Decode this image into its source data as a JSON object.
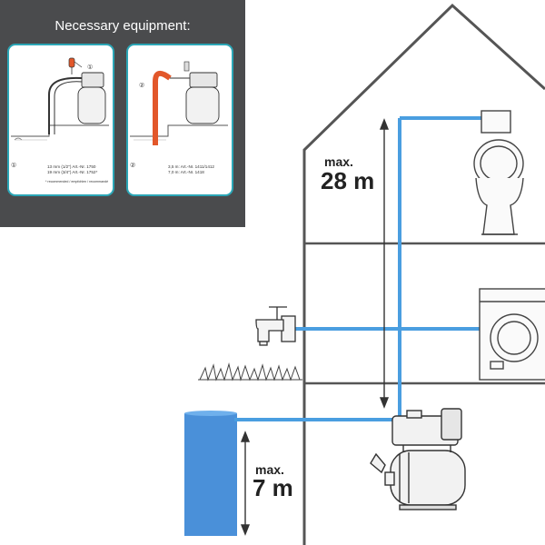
{
  "panel": {
    "title": "Necessary equipment:",
    "card1": {
      "marker": "①",
      "line1": "13 mm (1/2\") Art.-Nr. 1750",
      "line2": "19 mm (3/4\") Art.-Nr. 1752*",
      "note": "* recommended / empfohlen / recommandé"
    },
    "card2": {
      "marker": "②",
      "line1": "3,5 m: Art.-Nr. 1411/1412",
      "line2": "7,0 m: Art.-Nr. 1418"
    }
  },
  "measurements": {
    "height": {
      "label": "max.",
      "value": "28 m"
    },
    "suction": {
      "label": "max.",
      "value": "7 m"
    }
  },
  "colors": {
    "panel_bg": "#4a4b4d",
    "card_border": "#2ba6b6",
    "pipe": "#4a9ee0",
    "hose": "#e2572a",
    "water": "#4a90d9"
  }
}
